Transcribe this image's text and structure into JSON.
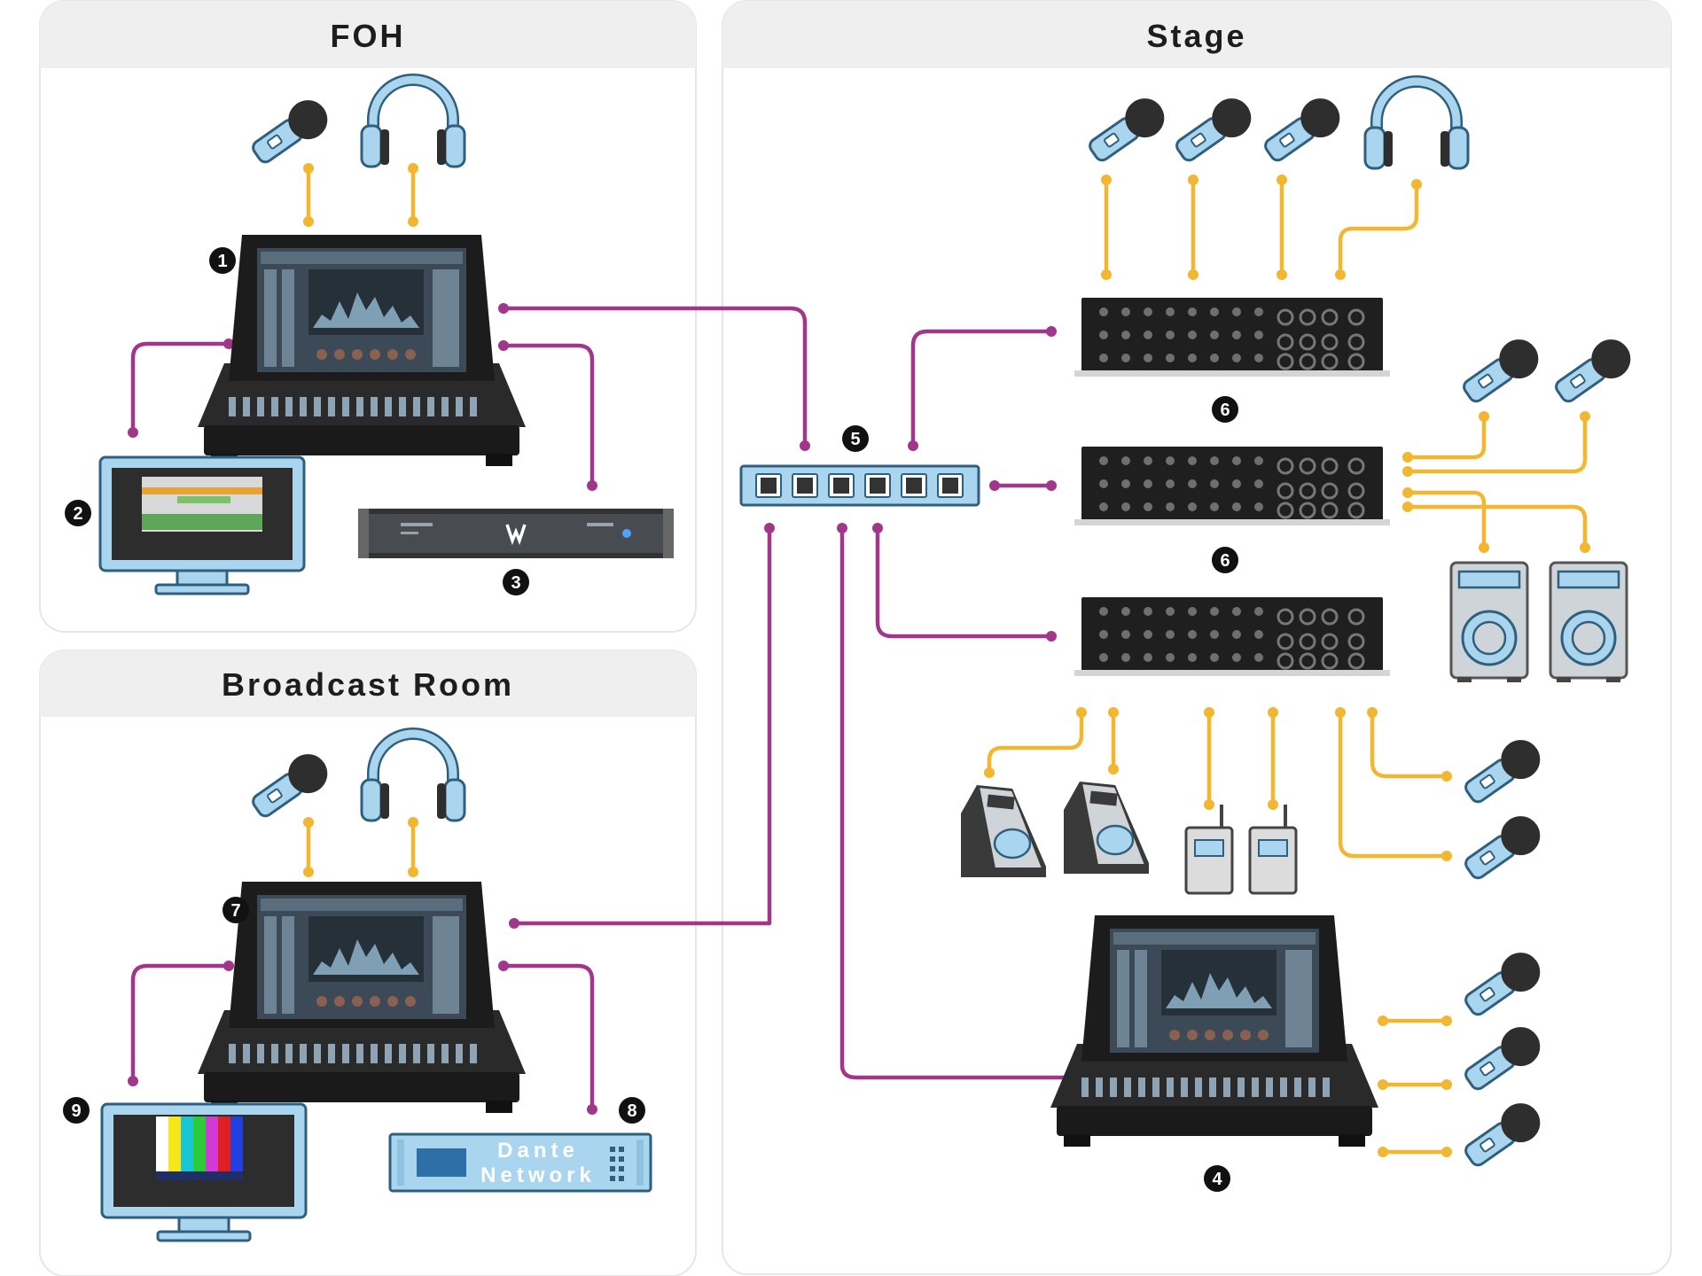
{
  "panels": {
    "foh": {
      "title": "FOH"
    },
    "stage": {
      "title": "Stage"
    },
    "broadcast": {
      "title": "Broadcast Room"
    }
  },
  "callouts": {
    "n1": "1",
    "n2": "2",
    "n3": "3",
    "n4": "4",
    "n5": "5",
    "n6a": "6",
    "n6b": "6",
    "n7": "7",
    "n8": "8",
    "n9": "9"
  },
  "dante_box": {
    "line1": "Dante",
    "line2": "Network"
  },
  "colors": {
    "audio_wire": "#f2b630",
    "network_wire": "#a1378b",
    "device_blue": "#a9d5ee",
    "panel_header": "#efefef"
  },
  "icons": [
    "microphone-icon",
    "headphones-icon",
    "speaker-icon",
    "wedge-monitor-icon",
    "bodypack-icon",
    "mixing-console-icon",
    "stage-box-icon",
    "network-switch-icon",
    "computer-monitor-icon",
    "server-icon"
  ]
}
